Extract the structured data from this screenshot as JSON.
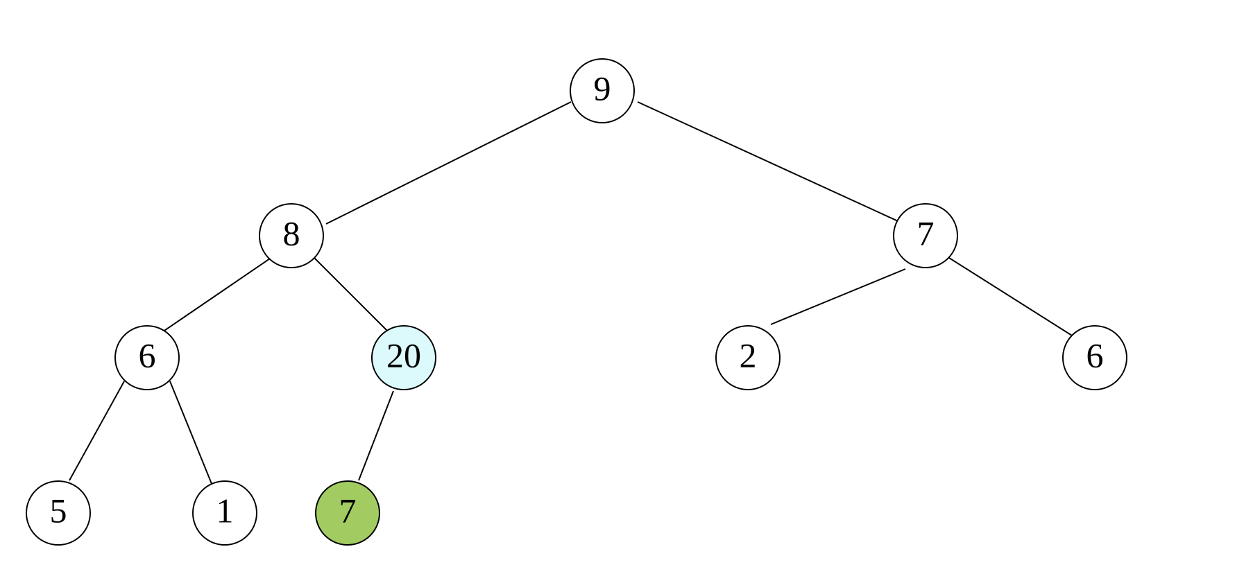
{
  "tree": {
    "nodes": [
      {
        "id": "n0",
        "label": "9",
        "fill": "#ffffff"
      },
      {
        "id": "n1",
        "label": "8",
        "fill": "#ffffff"
      },
      {
        "id": "n2",
        "label": "7",
        "fill": "#ffffff"
      },
      {
        "id": "n3",
        "label": "6",
        "fill": "#ffffff"
      },
      {
        "id": "n4",
        "label": "20",
        "fill": "#dcfafc"
      },
      {
        "id": "n5",
        "label": "2",
        "fill": "#ffffff"
      },
      {
        "id": "n6",
        "label": "6",
        "fill": "#ffffff"
      },
      {
        "id": "n7",
        "label": "5",
        "fill": "#ffffff"
      },
      {
        "id": "n8",
        "label": "1",
        "fill": "#ffffff"
      },
      {
        "id": "n9",
        "label": "7",
        "fill": "#a2cc62"
      }
    ],
    "edges": [
      {
        "from": "n0",
        "to": "n1"
      },
      {
        "from": "n0",
        "to": "n2"
      },
      {
        "from": "n1",
        "to": "n3"
      },
      {
        "from": "n1",
        "to": "n4"
      },
      {
        "from": "n2",
        "to": "n5"
      },
      {
        "from": "n2",
        "to": "n6"
      },
      {
        "from": "n3",
        "to": "n7"
      },
      {
        "from": "n3",
        "to": "n8"
      },
      {
        "from": "n4",
        "to": "n9"
      }
    ]
  }
}
